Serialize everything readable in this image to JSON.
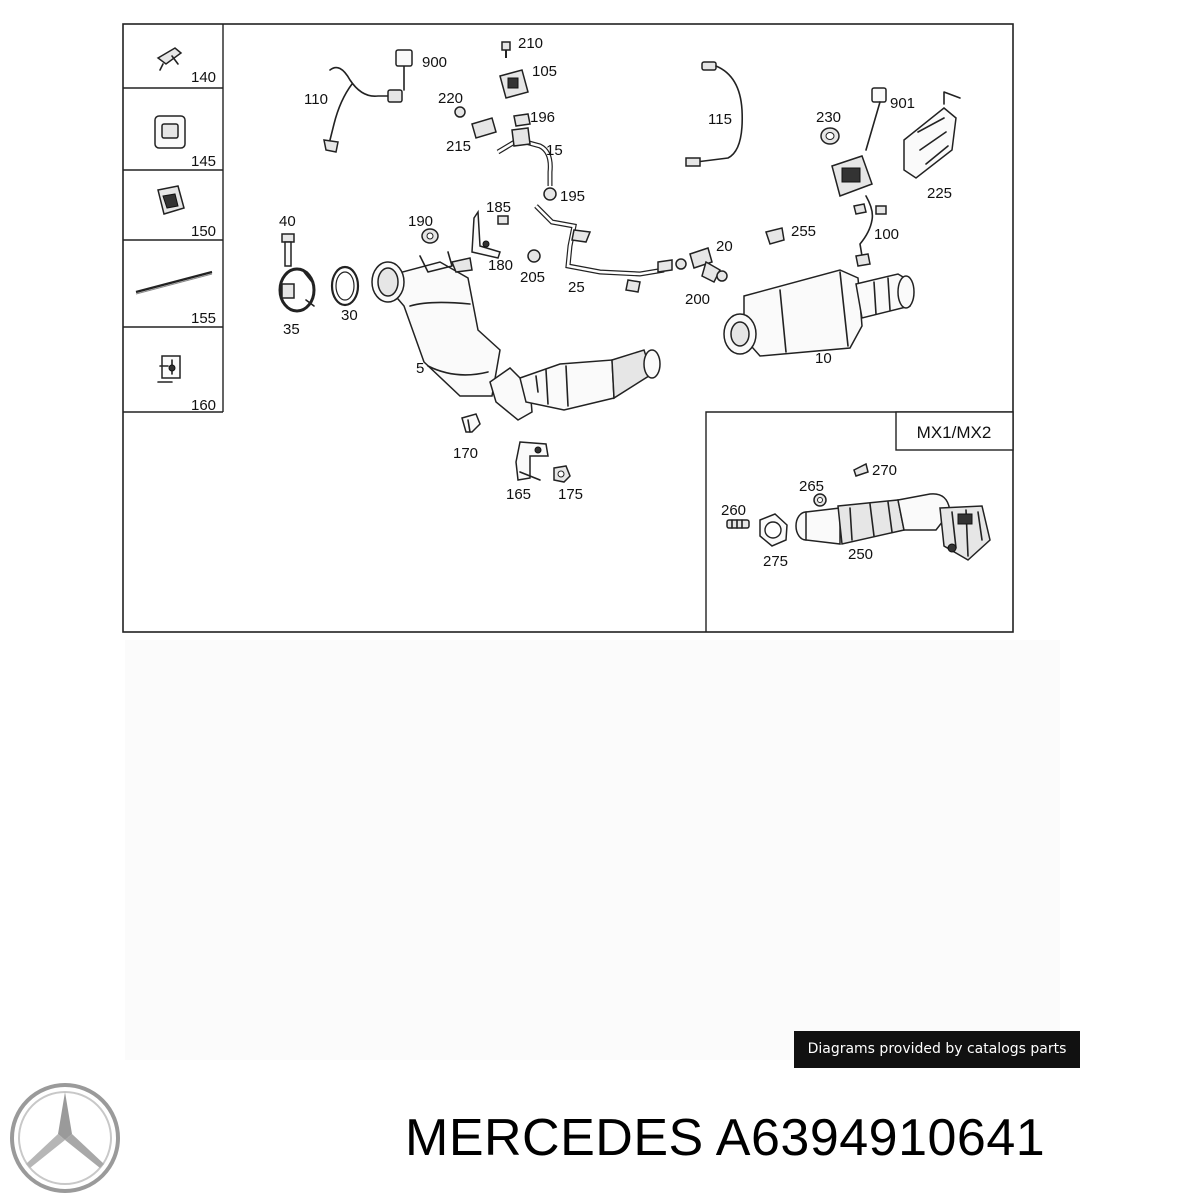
{
  "diagram": {
    "inset_caption": "MX1/MX2",
    "sidebar_parts": [
      "140",
      "145",
      "150",
      "155",
      "160"
    ],
    "labels": {
      "p210": "210",
      "p900": "900",
      "p105": "105",
      "p110": "110",
      "p220": "220",
      "p196": "196",
      "p215": "215",
      "p15": "15",
      "p115": "115",
      "p230": "230",
      "p901": "901",
      "p195": "195",
      "p225": "225",
      "p40": "40",
      "p190": "190",
      "p185": "185",
      "p255": "255",
      "p100": "100",
      "p20": "20",
      "p180": "180",
      "p205": "205",
      "p25": "25",
      "p200": "200",
      "p35": "35",
      "p30": "30",
      "p5": "5",
      "p10": "10",
      "p170": "170",
      "p165": "165",
      "p175": "175",
      "p270": "270",
      "p265": "265",
      "p260": "260",
      "p275": "275",
      "p250": "250"
    }
  },
  "footer": {
    "credit": "Diagrams provided by catalogs parts",
    "brand": "MERCEDES",
    "part_number": "A6394910641"
  }
}
